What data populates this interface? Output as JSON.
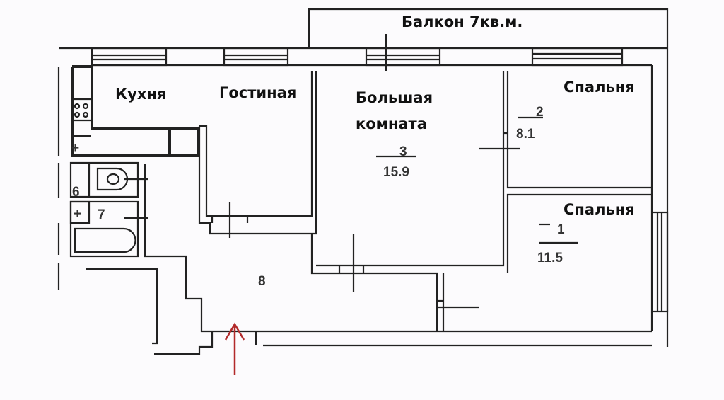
{
  "colors": {
    "wall": "#222222",
    "arrow": "#b22a2a",
    "background": "#fcfbfd"
  },
  "balcony": {
    "label": "Балкон 7кв.м."
  },
  "rooms": {
    "kitchen": {
      "label": "Кухня"
    },
    "living": {
      "label": "Гостиная"
    },
    "big_room": {
      "label_line1": "Большая",
      "label_line2": "комната",
      "number": "3",
      "area": "15.9"
    },
    "bedroom2": {
      "label": "Спальня",
      "number": "2",
      "area": "8.1"
    },
    "bedroom1": {
      "label": "Спальня",
      "number": "1",
      "area": "11.5"
    },
    "toilet": {
      "number": "6"
    },
    "bathroom": {
      "number": "7"
    },
    "hall": {
      "number": "8"
    }
  },
  "entrance": {
    "icon": "entrance-arrow-icon"
  }
}
